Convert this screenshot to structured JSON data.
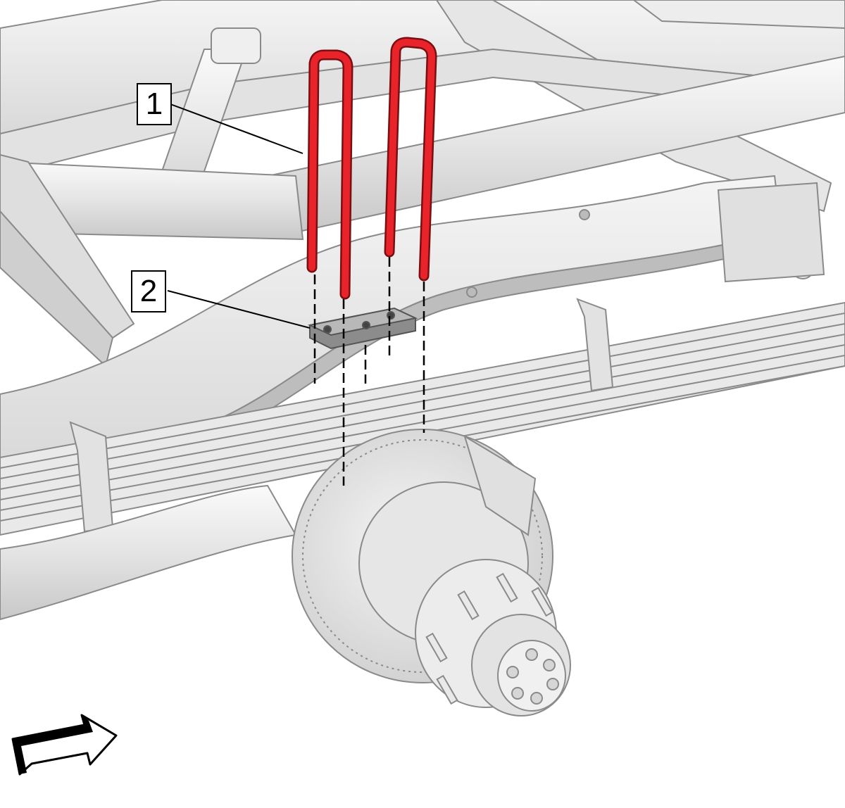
{
  "diagram": {
    "callouts": [
      {
        "number": "1",
        "target": "u-bolt"
      },
      {
        "number": "2",
        "target": "spring-plate"
      }
    ],
    "colors": {
      "highlight": "#e8232a",
      "part_fill": "#ececec",
      "part_stroke": "#8a8a8a",
      "line": "#000000"
    },
    "icons": [
      "front-direction-arrow-icon"
    ]
  }
}
